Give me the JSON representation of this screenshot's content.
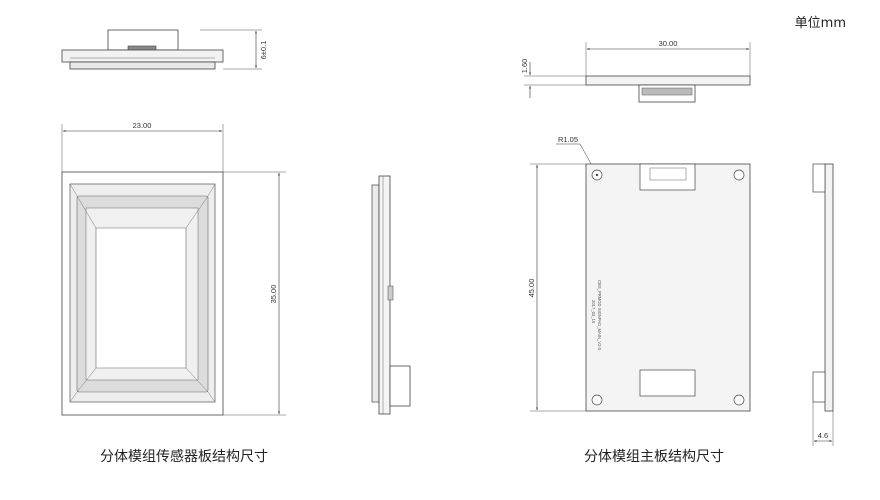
{
  "unit_label": "单位mm",
  "sensor": {
    "caption": "分体模组传感器板结构尺寸",
    "dim_thickness": "6±0.1",
    "dim_width": "23.00",
    "dim_height": "35.00"
  },
  "main_board": {
    "caption": "分体模组主板结构尺寸",
    "dim_thickness": "1.60",
    "dim_width": "30.00",
    "dim_height": "45.00",
    "dim_radius": "R1.05",
    "dim_side": "4.6",
    "silk_line1": "CBS_PRMOD SIGNPAD_MAIN_V2.0",
    "silk_line2": "2017_03_16"
  }
}
